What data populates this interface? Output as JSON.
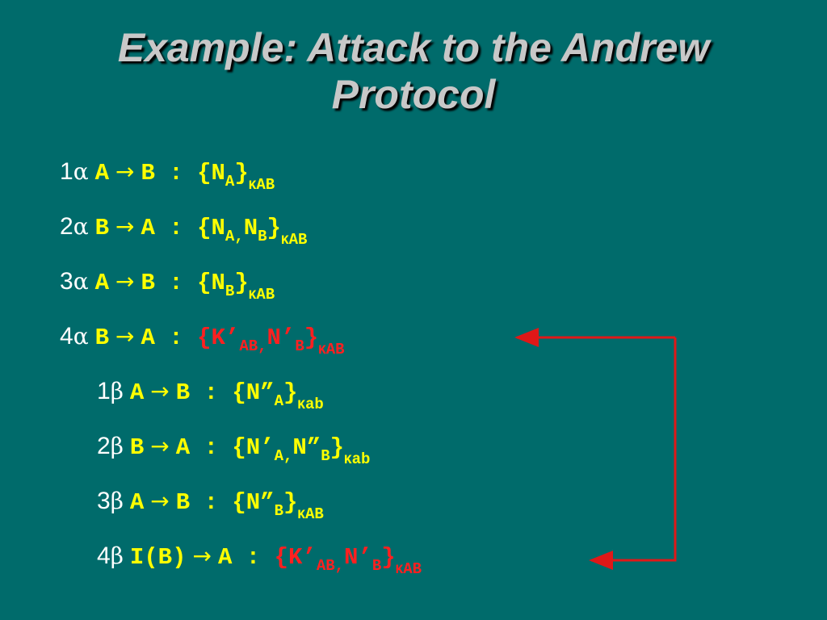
{
  "slide": {
    "title_line1": "Example: Attack to the Andrew",
    "title_line2": "Protocol"
  },
  "rows": [
    {
      "num": "1",
      "greek": "α",
      "from": "A",
      "to": "B",
      "colon": ":",
      "open": "{",
      "m1": "N",
      "m1_sub": "A",
      "close": "}",
      "key_k": "K",
      "key_sub": "AB"
    },
    {
      "num": "2",
      "greek": "α",
      "from": "B",
      "to": "A",
      "colon": ":",
      "open": "{",
      "m1": "N",
      "m1_sub": "A,",
      "m2": "N",
      "m2_sub": "B",
      "close": "}",
      "key_k": "K",
      "key_sub": "AB"
    },
    {
      "num": "3",
      "greek": "α",
      "from": "A",
      "to": "B",
      "colon": ":",
      "open": "{",
      "m1": "N",
      "m1_sub": "B",
      "close": "}",
      "key_k": "K",
      "key_sub": "AB"
    },
    {
      "num": "4",
      "greek": "α",
      "from": "B",
      "to": "A",
      "colon": ":",
      "open": "{",
      "m1": "K’",
      "m1_sub": "AB,",
      "m2": "N’",
      "m2_sub": "B",
      "close": "}",
      "key_k": "K",
      "key_sub": "AB"
    },
    {
      "num": "1",
      "greek": "β",
      "from": "A",
      "to": "B",
      "colon": ":",
      "open": "{",
      "m1": "N”",
      "m1_sub": "A",
      "close": "}",
      "key_k": "K",
      "key_sub": "ab"
    },
    {
      "num": "2",
      "greek": "β",
      "from": "B",
      "to": "A",
      "colon": ":",
      "open": "{",
      "m1": "N’",
      "m1_sub": "A,",
      "m2": "N”",
      "m2_sub": "B",
      "close": "}",
      "key_k": "K",
      "key_sub": "ab"
    },
    {
      "num": "3",
      "greek": "β",
      "from": "A",
      "to": "B",
      "colon": ":",
      "open": "{",
      "m1": "N”",
      "m1_sub": "B",
      "close": "}",
      "key_k": "K",
      "key_sub": "AB"
    },
    {
      "num": "4",
      "greek": "β",
      "from": "I(B)",
      "to": "A",
      "colon": ":",
      "open": "{",
      "m1": "K’",
      "m1_sub": "AB,",
      "m2": "N’",
      "m2_sub": "B",
      "close": "}",
      "key_k": "K",
      "key_sub": "AB"
    }
  ],
  "colors": {
    "background": "#006b6b",
    "title": "#c8c8c8",
    "label": "#ffffff",
    "message": "#ffff00",
    "replayed": "#ff2020",
    "connector": "#e01818"
  }
}
